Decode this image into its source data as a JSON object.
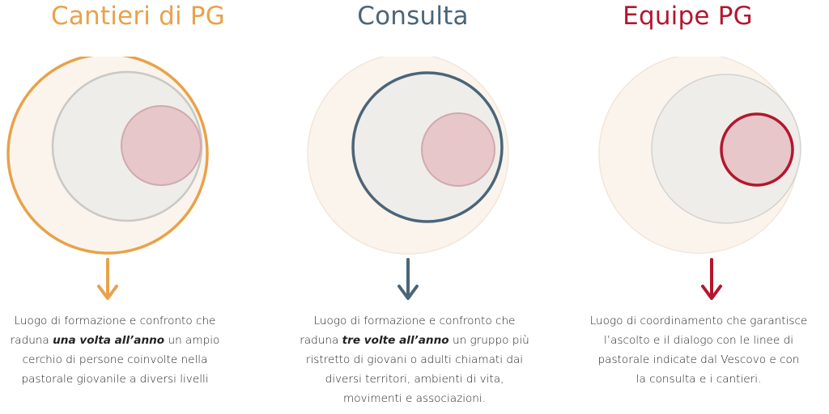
{
  "panels": [
    {
      "title": "Cantieri di PG",
      "color": "#E8A24A",
      "arrow": "down-arrow",
      "description": [
        {
          "pre": "Luogo di formazione e confronto che",
          "em": "",
          "post": ""
        },
        {
          "pre": "raduna ",
          "em": "una volta all’anno",
          "post": " un ampio"
        },
        {
          "pre": "cerchio di persone coinvolte nella",
          "em": "",
          "post": ""
        },
        {
          "pre": "pastorale giovanile a diversi livelli",
          "em": "",
          "post": ""
        }
      ]
    },
    {
      "title": "Consulta",
      "color": "#4A6579",
      "arrow": "down-arrow",
      "description": [
        {
          "pre": "Luogo di formazione e confronto che",
          "em": "",
          "post": ""
        },
        {
          "pre": "raduna ",
          "em": "tre volte all’anno",
          "post": " un gruppo più"
        },
        {
          "pre": "ristretto di giovani o adulti chiamati dai",
          "em": "",
          "post": ""
        },
        {
          "pre": "diversi territori, ambienti di vita,",
          "em": "",
          "post": ""
        },
        {
          "pre": "movimenti e associazioni.",
          "em": "",
          "post": ""
        }
      ]
    },
    {
      "title": "Equipe PG",
      "color": "#B3172E",
      "arrow": "down-arrow",
      "description": [
        {
          "pre": "Luogo di coordinamento che garantisce",
          "em": "",
          "post": ""
        },
        {
          "pre": "l’ascolto e il dialogo con le linee di",
          "em": "",
          "post": ""
        },
        {
          "pre": "pastorale indicate dal Vescovo e con",
          "em": "",
          "post": ""
        },
        {
          "pre": "la consulta e i cantieri.",
          "em": "",
          "post": ""
        }
      ]
    }
  ],
  "circle_colors": {
    "outer_fill": "#FBF4EC",
    "middle_fill": "#EEEDEA",
    "middle_stroke": "#C9C8C5",
    "inner_fill": "#E7C7C9",
    "inner_stroke": "#D1A9AD"
  }
}
